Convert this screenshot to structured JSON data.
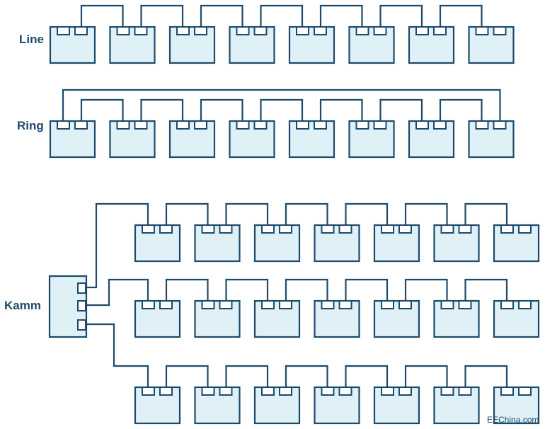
{
  "labels": {
    "line": "Line",
    "ring": "Ring",
    "kamm": "Kamm"
  },
  "watermark": "EEChina.com",
  "colors": {
    "stroke": "#1d4a6b",
    "fill": "#dff0f6",
    "background": "#ffffff"
  },
  "topologies": [
    {
      "name": "line",
      "devices": 8
    },
    {
      "name": "ring",
      "devices": 8
    },
    {
      "name": "kamm",
      "hub_ports": 3,
      "branches": 3,
      "devices_per_branch": 7
    }
  ]
}
